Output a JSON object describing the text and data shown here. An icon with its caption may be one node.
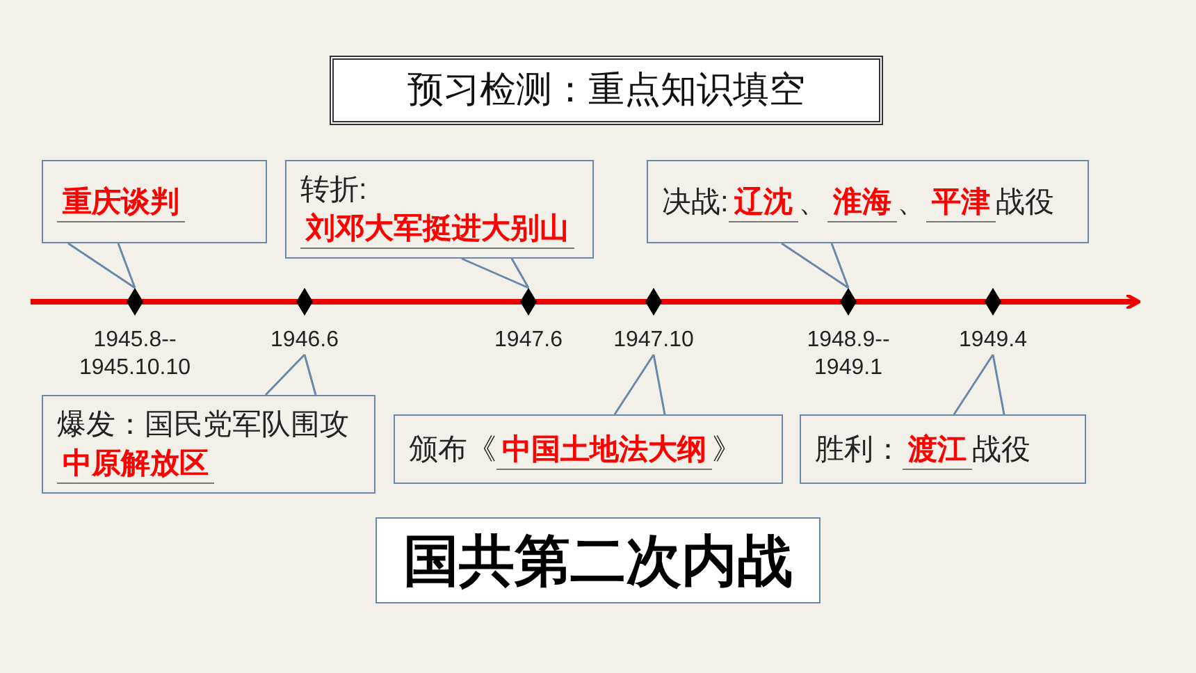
{
  "diagram": {
    "title": "预习检测：重点知识填空",
    "nodes": [
      {
        "text": [
          "重庆谈判"
        ]
      },
      {
        "text": [
          "转折:",
          "刘邓大军挺进大别山"
        ]
      },
      {
        "text": [
          "决战:",
          "辽沈",
          "、",
          "淮海",
          "、",
          "平津",
          "战役"
        ]
      },
      {
        "text": [
          "国共第二次内战"
        ]
      },
      {
        "text": [],
        "shape": "diamond",
        "beside": [
          "1945.8-- 1945.10.10"
        ]
      },
      {
        "text": [],
        "shape": "diamond",
        "beside": [
          "1946.6"
        ]
      },
      {
        "text": [],
        "shape": "diamond",
        "beside": [
          "1947.6"
        ]
      },
      {
        "text": [],
        "shape": "diamond",
        "beside": [
          "1947.10"
        ]
      },
      {
        "text": [],
        "shape": "diamond",
        "beside": [
          "1948.9-- 1949.1"
        ]
      },
      {
        "text": [],
        "shape": "diamond",
        "beside": [
          "1949.4"
        ]
      },
      {
        "text": [
          "爆发：国民党军队围攻",
          "中原解放区"
        ]
      },
      {
        "text": [
          "颁布《",
          "中国土地法大纲",
          "》"
        ]
      },
      {
        "text": [
          "胜利：",
          "渡江",
          "战役"
        ]
      }
    ],
    "edges": [
      {
        "from": 0,
        "to": 4,
        "arrow": "none"
      },
      {
        "from": 1,
        "to": 6,
        "arrow": "none"
      },
      {
        "from": 2,
        "to": 8,
        "arrow": "none"
      },
      {
        "from": 10,
        "to": 5,
        "arrow": "none"
      },
      {
        "from": 11,
        "to": 7,
        "arrow": "none"
      },
      {
        "from": 12,
        "to": 9,
        "arrow": "none"
      }
    ]
  }
}
